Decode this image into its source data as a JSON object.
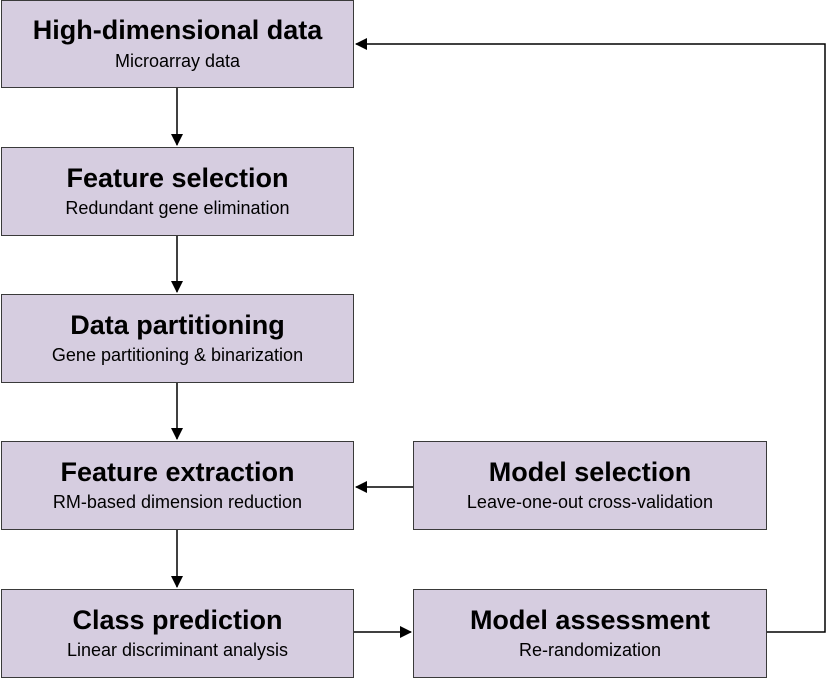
{
  "boxes": [
    {
      "title": "High-dimensional data",
      "subtitle": "Microarray data"
    },
    {
      "title": "Feature selection",
      "subtitle": "Redundant gene elimination"
    },
    {
      "title": "Data partitioning",
      "subtitle": "Gene partitioning & binarization"
    },
    {
      "title": "Feature extraction",
      "subtitle": "RM-based dimension reduction"
    },
    {
      "title": "Class prediction",
      "subtitle": "Linear discriminant analysis"
    },
    {
      "title": "Model selection",
      "subtitle": "Leave-one-out cross-validation"
    },
    {
      "title": "Model assessment",
      "subtitle": "Re-randomization"
    }
  ],
  "colors": {
    "box_fill": "#d6cde0",
    "stroke": "#000000"
  }
}
